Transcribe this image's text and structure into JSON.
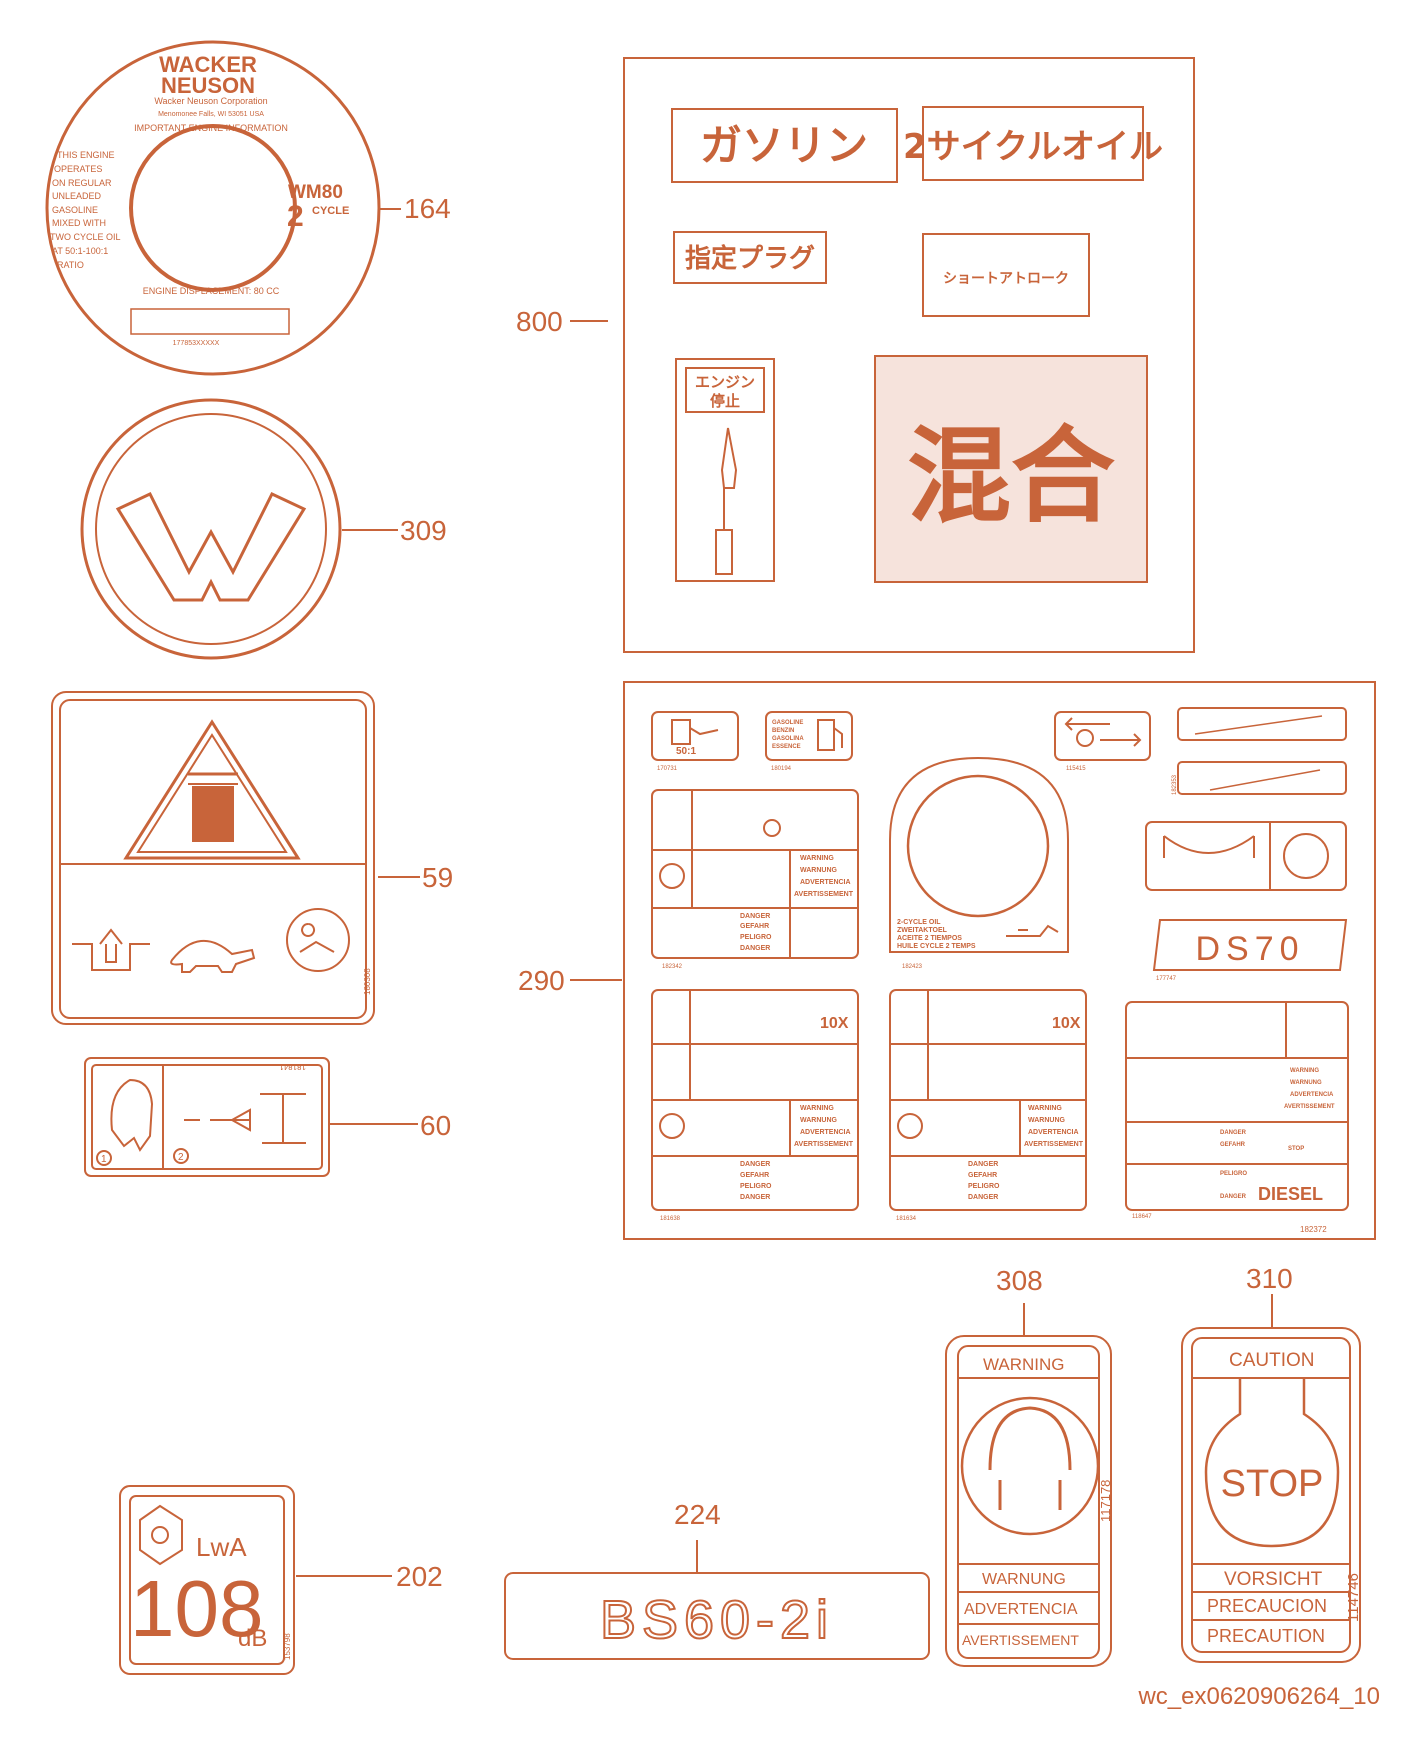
{
  "callouts": {
    "c164": "164",
    "c309": "309",
    "c59": "59",
    "c60": "60",
    "c800": "800",
    "c290": "290",
    "c308": "308",
    "c310": "310",
    "c202": "202",
    "c224": "224"
  },
  "engine_label": {
    "brand_line1": "WACKER",
    "brand_line2": "NEUSON",
    "company": "Wacker Neuson Corporation",
    "address": "Menomonee Falls, WI 53051 USA",
    "heading": "IMPORTANT ENGINE INFORMATION",
    "info_lines": [
      "THIS ENGINE",
      "OPERATES",
      "ON REGULAR",
      "UNLEADED",
      "GASOLINE",
      "MIXED WITH",
      "TWO CYCLE OIL",
      "AT 50:1-100:1",
      "RATIO"
    ],
    "model": "WM80",
    "cycle_num": "2",
    "cycle_word": "CYCLE",
    "displacement": "ENGINE DISPLACEMENT: 80 CC",
    "part_no": "177853XXXXX"
  },
  "jp_sheet": {
    "gasoline": "ガソリン",
    "two_cycle_oil": "2サイクルオイル",
    "plug": "指定プラグ",
    "choke": "ショートアトローク",
    "engine_stop_1": "エンジン",
    "engine_stop_2": "停止",
    "mix": "混合"
  },
  "sheet290": {
    "ratio": "50:1",
    "fuel_words": [
      "GASOLINE",
      "BENZIN",
      "GASOLINA",
      "ESSENCE"
    ],
    "oil_words": [
      "2-CYCLE OIL",
      "ZWEITAKTOEL",
      "ACEITE 2 TIEMPOS",
      "HUILE CYCLE 2 TEMPS"
    ],
    "warn_words": [
      "WARNING",
      "WARNUNG",
      "ADVERTENCIA",
      "AVERTISSEMENT"
    ],
    "danger_words": [
      "DANGER",
      "GEFAHR",
      "PELIGRO",
      "DANGER"
    ],
    "ten_x": "10X",
    "stop": "STOP",
    "model": "DS70",
    "diesel": "DIESEL",
    "part_numbers": {
      "p170731": "170731",
      "p180194": "180194",
      "p115415": "115415",
      "p182342": "182342",
      "p182423": "182423",
      "p182353": "182353",
      "p177747": "177747",
      "p181638": "181638",
      "p181634": "181634",
      "p118647": "118647",
      "p182372": "182372"
    }
  },
  "label59": {
    "part_no": "180308"
  },
  "label60": {
    "part_no": "181841",
    "num1": "1",
    "num2": "2"
  },
  "label308": {
    "top": "WARNING",
    "lines": [
      "WARNUNG",
      "ADVERTENCIA",
      "AVERTISSEMENT"
    ],
    "part_no": "117178"
  },
  "label310": {
    "top": "CAUTION",
    "stop": "STOP",
    "lines": [
      "VORSICHT",
      "PRECAUCION",
      "PRECAUTION"
    ],
    "part_no": "114746"
  },
  "label202": {
    "lwa": "LwA",
    "value": "108",
    "unit": "dB",
    "part_no": "153798"
  },
  "label224": {
    "model": "BS60-2i"
  },
  "footer": "wc_ex0620906264_10",
  "colors": {
    "ink": "#c8643a",
    "pink_fill": "#f6e3dc"
  }
}
